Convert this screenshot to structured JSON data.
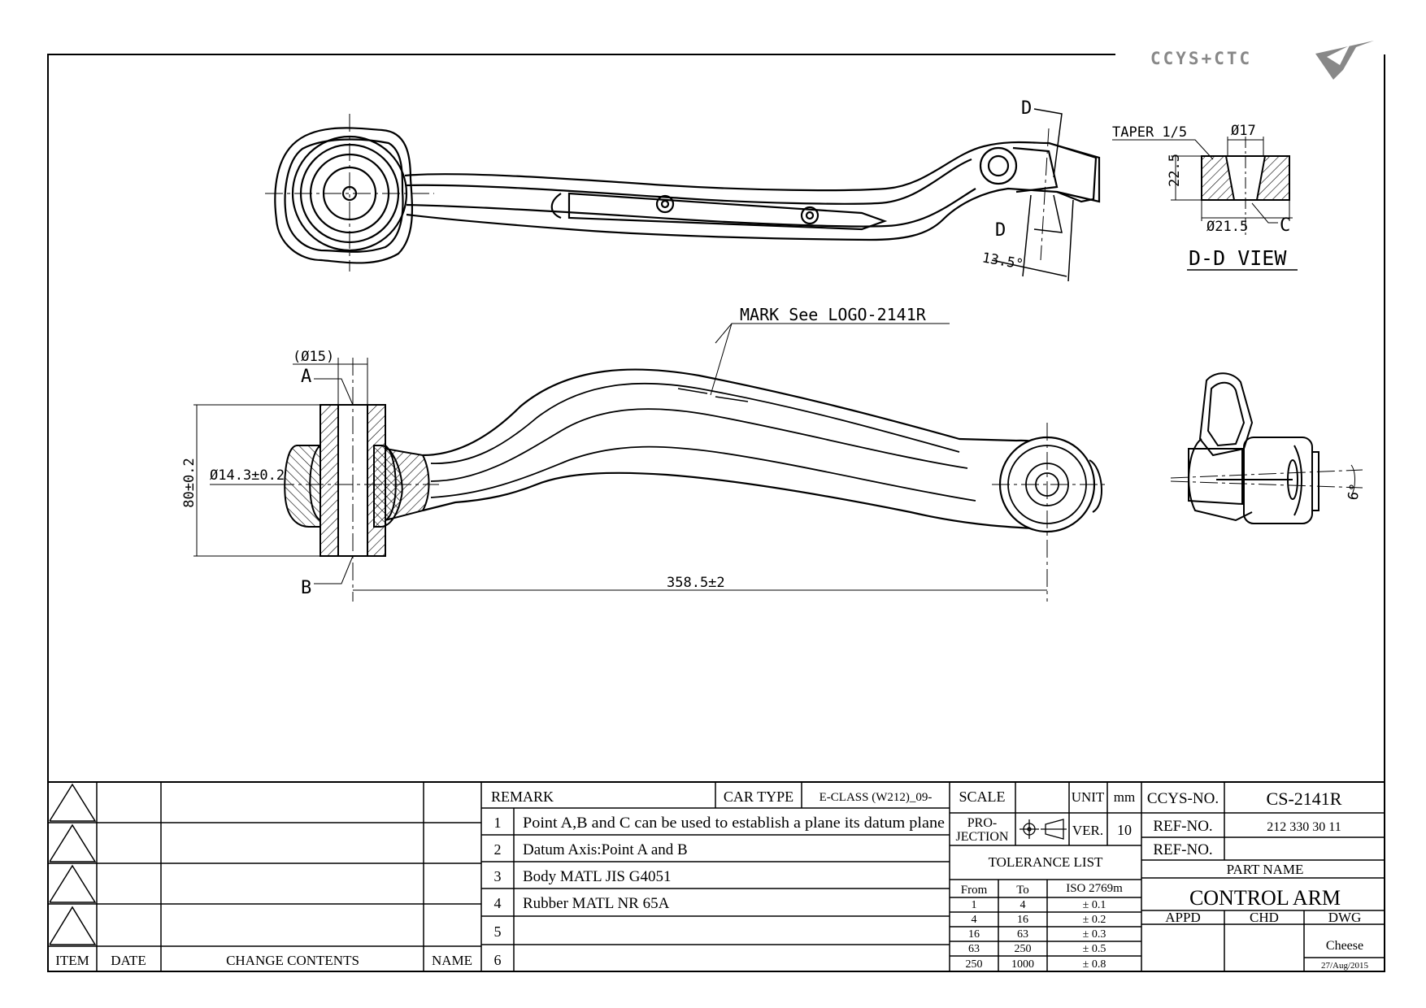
{
  "logo": {
    "text": "CCYS+CTC"
  },
  "drawing": {
    "labels": {
      "section_d_top": "D",
      "section_d_bottom": "D",
      "angle_13_5": "13.5°",
      "taper": "TAPER 1/5",
      "dia_17": "Ø17",
      "height_22_5": "22.5",
      "dia_21_5": "Ø21.5",
      "point_c": "C",
      "dd_view": "D-D VIEW",
      "mark_note": "MARK See LOGO-2141R",
      "dia_15": "(Ø15)",
      "point_a": "A",
      "point_b": "B",
      "height_80": "80±0.2",
      "dia_14_3": "Ø14.3±0.2",
      "length": "358.5±2",
      "angle_6": "6°"
    }
  },
  "revision_table": {
    "headers": {
      "item": "ITEM",
      "date": "DATE",
      "change": "CHANGE CONTENTS",
      "name": "NAME"
    }
  },
  "remarks": {
    "header": "REMARK",
    "car_type_label": "CAR TYPE",
    "car_type_value": "E-CLASS (W212)_09-",
    "rows": [
      {
        "no": "1",
        "text": "Point A,B and C can be used to establish a plane its datum plane"
      },
      {
        "no": "2",
        "text": "Datum Axis:Point A and B"
      },
      {
        "no": "3",
        "text": "Body MATL JIS G4051"
      },
      {
        "no": "4",
        "text": "Rubber MATL NR 65A"
      },
      {
        "no": "5",
        "text": ""
      },
      {
        "no": "6",
        "text": ""
      }
    ]
  },
  "spec": {
    "scale_label": "SCALE",
    "unit_label": "UNIT",
    "unit_value": "mm",
    "projection_label_1": "PRO-",
    "projection_label_2": "JECTION",
    "ver_label": "VER.",
    "ver_value": "10",
    "tolerance_title": "TOLERANCE LIST",
    "tolerance_headers": {
      "from": "From",
      "to": "To",
      "iso": "ISO 2769m"
    },
    "tolerance_rows": [
      {
        "from": "1",
        "to": "4",
        "tol": "± 0.1"
      },
      {
        "from": "4",
        "to": "16",
        "tol": "± 0.2"
      },
      {
        "from": "16",
        "to": "63",
        "tol": "± 0.3"
      },
      {
        "from": "63",
        "to": "250",
        "tol": "± 0.5"
      },
      {
        "from": "250",
        "to": "1000",
        "tol": "± 0.8"
      }
    ]
  },
  "title_block": {
    "ccys_no_label": "CCYS-NO.",
    "ccys_no_value": "CS-2141R",
    "ref_no_label_1": "REF-NO.",
    "ref_no_value_1": "212 330 30 11",
    "ref_no_label_2": "REF-NO.",
    "ref_no_value_2": "",
    "part_name_label": "PART NAME",
    "part_name_value": "CONTROL ARM",
    "appd": "APPD",
    "chd": "CHD",
    "dwg": "DWG",
    "drawn_by": "Cheese",
    "date": "27/Aug/2015"
  }
}
